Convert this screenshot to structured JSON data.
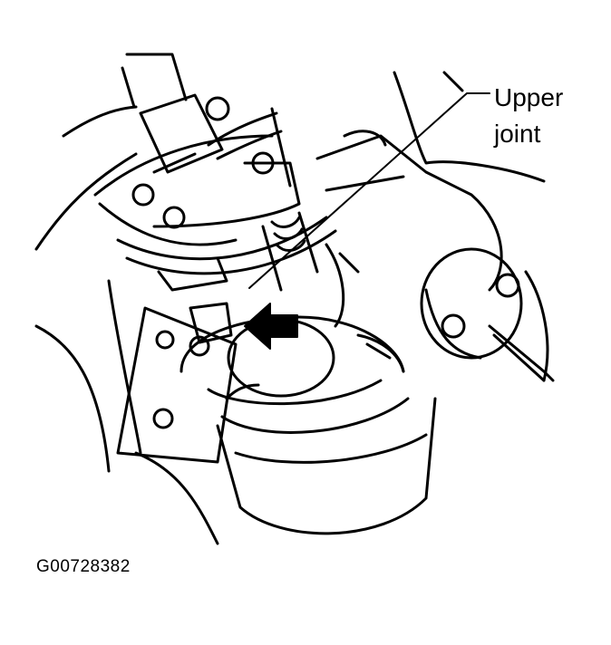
{
  "callouts": {
    "upper_joint_line1": "Upper",
    "upper_joint_line2": "joint"
  },
  "figure_id": "G00728382",
  "colors": {
    "ink": "#000000",
    "paper": "#ffffff"
  },
  "icons": {
    "indicator": "arrow-left-icon"
  }
}
